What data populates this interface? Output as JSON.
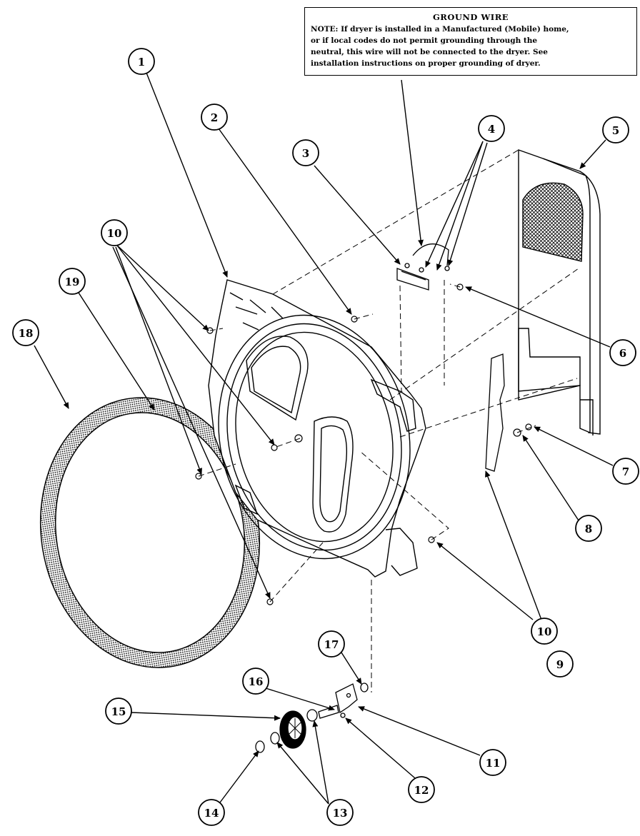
{
  "note": {
    "title": "GROUND WIRE",
    "lines": [
      "NOTE: If dryer is installed in a Manufactured (Mobile) home,",
      "or if local codes do not permit grounding through the",
      "neutral, this wire will not be connected to the dryer. See",
      "installation instructions on proper grounding of dryer."
    ]
  },
  "callouts": {
    "c1": "1",
    "c2": "2",
    "c3": "3",
    "c4": "4",
    "c5": "5",
    "c6": "6",
    "c7": "7",
    "c8": "8",
    "c9": "9",
    "c10a": "10",
    "c10b": "10",
    "c11": "11",
    "c12": "12",
    "c13": "13",
    "c14": "14",
    "c15": "15",
    "c16": "16",
    "c17": "17",
    "c18": "18",
    "c19": "19"
  }
}
